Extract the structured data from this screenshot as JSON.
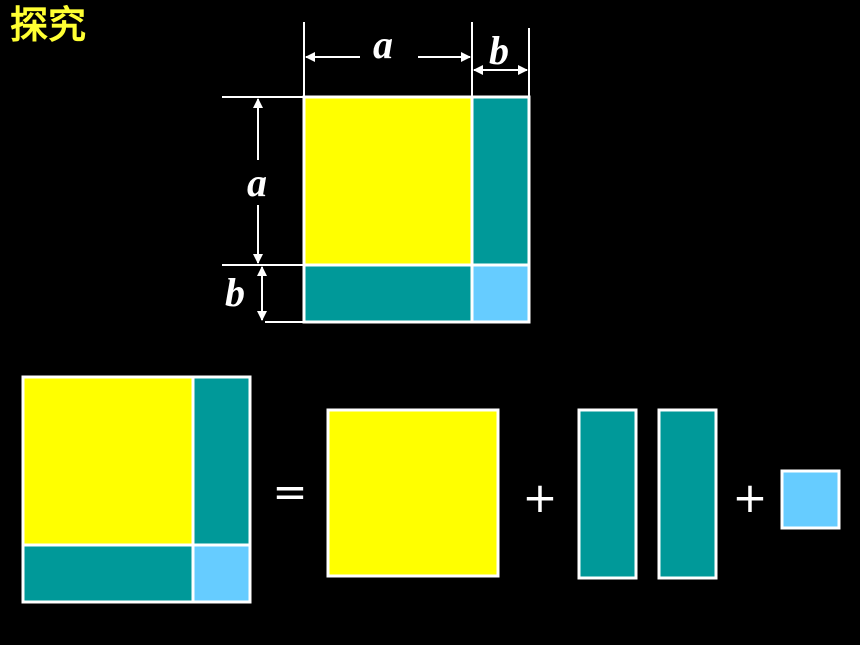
{
  "title": "探究",
  "labels": {
    "top_a": "a",
    "top_b": "b",
    "side_a": "a",
    "side_b": "b"
  },
  "operators": {
    "equals": "=",
    "plus_1": "+",
    "plus_2": "+"
  },
  "colors": {
    "background": "#000000",
    "square_a": "#ffff00",
    "rect_ab": "#009999",
    "square_b": "#66ccff",
    "outline": "#ffffff",
    "title": "#ffff33"
  }
}
